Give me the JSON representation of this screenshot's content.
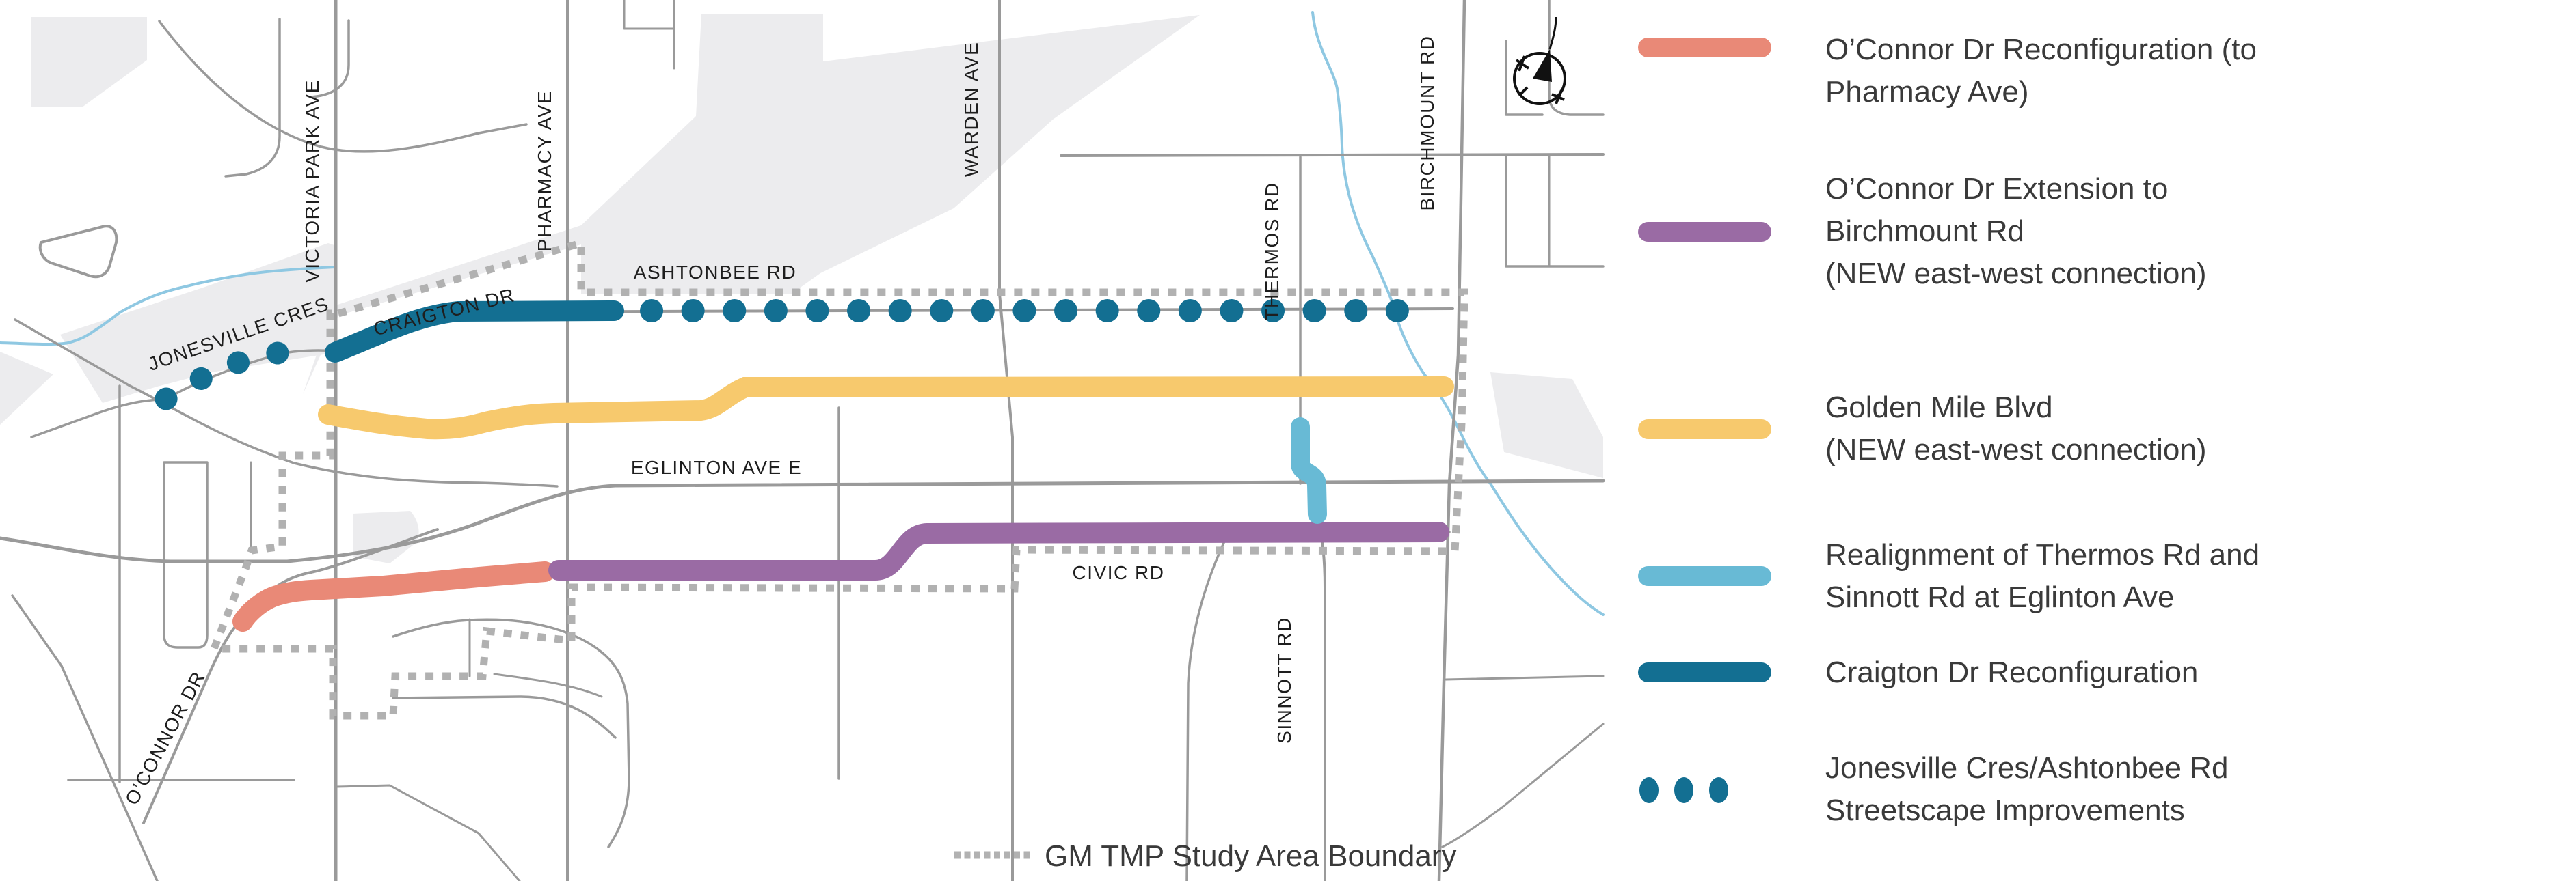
{
  "map": {
    "labels": {
      "victoria_park": "VICTORIA PARK AVE",
      "pharmacy": "PHARMACY AVE",
      "warden": "WARDEN AVE",
      "thermos": "THERMOS RD",
      "birchmount": "BIRCHMOUNT RD",
      "sinnott": "SINNOTT RD",
      "ashtonbee": "ASHTONBEE RD",
      "eglinton": "EGLINTON AVE E",
      "civic": "CIVIC RD",
      "jonesville": "JONESVILLE CRES",
      "craigton": "CRAIGTON DR",
      "oconnor": "O’CONNOR DR"
    },
    "boundary_legend_label": "GM TMP Study Area Boundary"
  },
  "legend": {
    "items": [
      {
        "swatch": "salmon-line",
        "lines": [
          "O’Connor Dr Reconfiguration (to",
          "Pharmacy Ave)"
        ]
      },
      {
        "swatch": "purple-line",
        "lines": [
          "O’Connor Dr Extension to",
          "Birchmount Rd",
          "(NEW east-west connection)"
        ]
      },
      {
        "swatch": "yellow-line",
        "lines": [
          "Golden Mile Blvd",
          "(NEW east-west connection)"
        ]
      },
      {
        "swatch": "cyan-line",
        "lines": [
          "Realignment of Thermos Rd and",
          "Sinnott Rd at Eglinton Ave"
        ]
      },
      {
        "swatch": "teal-line",
        "lines": [
          "Craigton Dr Reconfiguration"
        ]
      },
      {
        "swatch": "teal-dots",
        "lines": [
          "Jonesville Cres/Ashtonbee Rd",
          "Streetscape Improvements"
        ]
      }
    ]
  },
  "colors": {
    "salmon": "#E98977",
    "purple": "#9A6BA4",
    "yellow": "#F7C96D",
    "cyan": "#68BAD5",
    "teal": "#136F92",
    "boundary_gray": "#B1B1B1",
    "road_gray": "#9A9A9A",
    "shade_gray": "#ECECEE",
    "creek_blue": "#8FC8E2",
    "label_dark": "#1E1E1E",
    "legend_text": "#3A3A3A"
  }
}
